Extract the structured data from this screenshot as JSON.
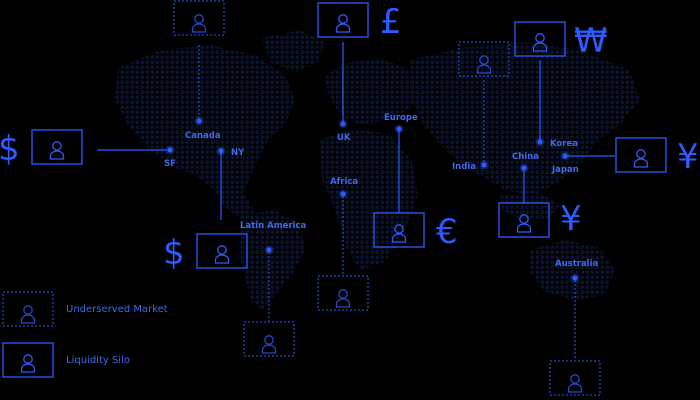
{
  "colors": {
    "background": "#000000",
    "map_dots": "#0b1430",
    "accent": "#2e5bff",
    "label": "#3f6ae8"
  },
  "locations": [
    {
      "id": "canada",
      "label": "Canada"
    },
    {
      "id": "sf",
      "label": "SF"
    },
    {
      "id": "ny",
      "label": "NY"
    },
    {
      "id": "uk",
      "label": "UK"
    },
    {
      "id": "europe",
      "label": "Europe"
    },
    {
      "id": "africa",
      "label": "Africa"
    },
    {
      "id": "latin-america",
      "label": "Latin America"
    },
    {
      "id": "india",
      "label": "India"
    },
    {
      "id": "china",
      "label": "China"
    },
    {
      "id": "korea",
      "label": "Korea"
    },
    {
      "id": "japan",
      "label": "Japan"
    },
    {
      "id": "australia",
      "label": "Australia"
    }
  ],
  "currencies": [
    {
      "id": "pound",
      "symbol": "£"
    },
    {
      "id": "won",
      "symbol": "₩"
    },
    {
      "id": "dollar-sf",
      "symbol": "$"
    },
    {
      "id": "yen-japan",
      "symbol": "¥"
    },
    {
      "id": "dollar-latam",
      "symbol": "$"
    },
    {
      "id": "euro",
      "symbol": "€"
    },
    {
      "id": "yen-china",
      "symbol": "¥"
    }
  ],
  "legend": {
    "underserved": "Underserved Market",
    "silo": "Liquidity Silo"
  }
}
